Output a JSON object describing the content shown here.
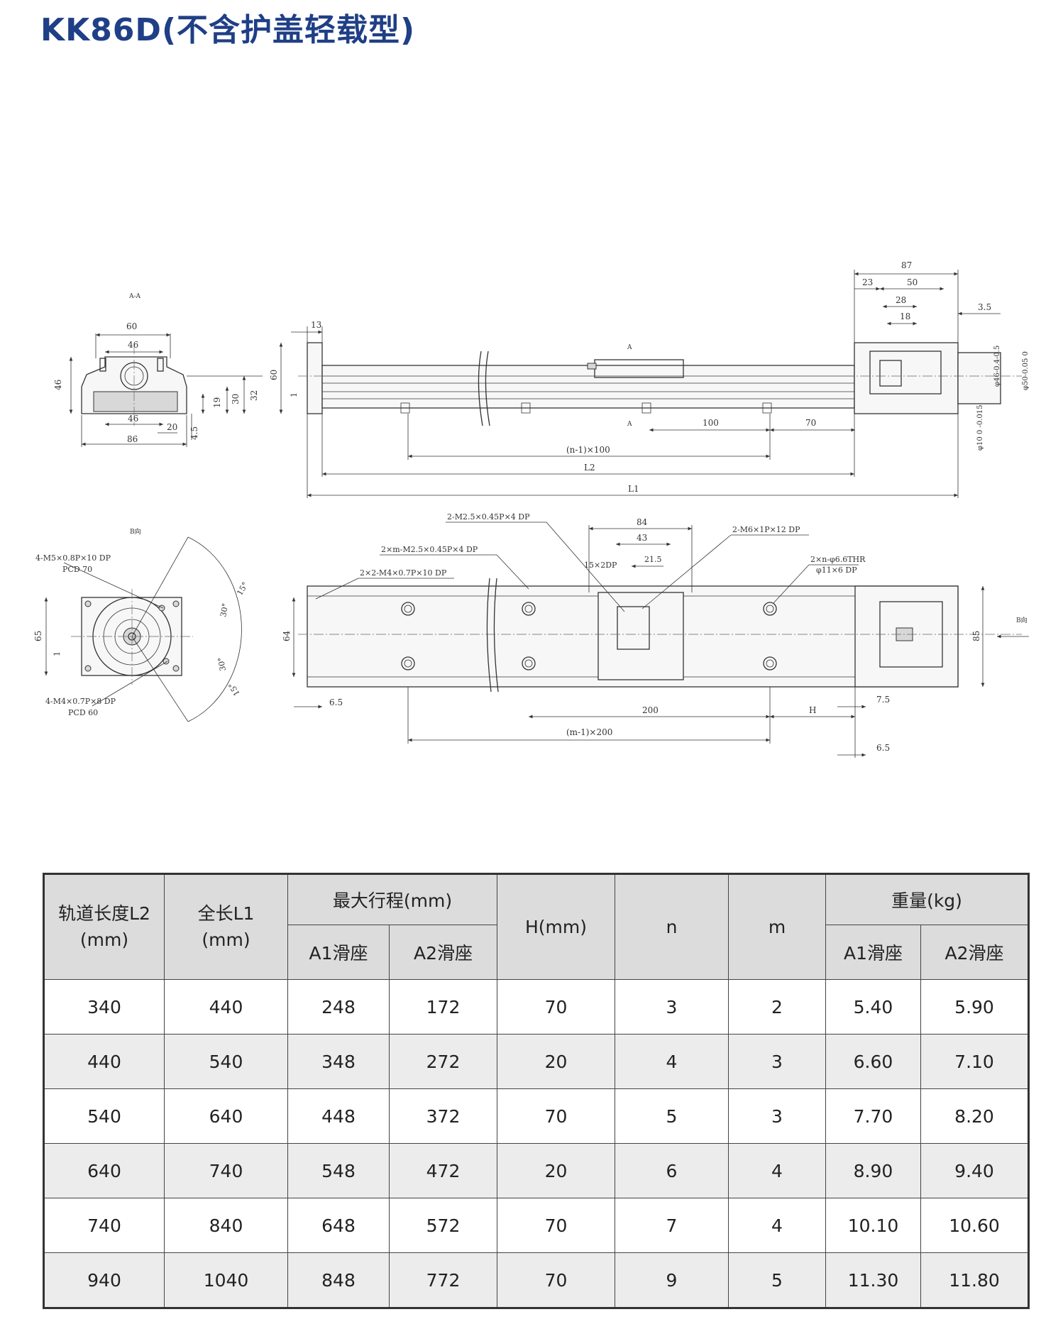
{
  "title": "KK86D(不含护盖轻载型)",
  "drawing": {
    "side_view": {
      "label_section": "A-A",
      "dims": [
        "60",
        "46",
        "46",
        "86",
        "46",
        "20",
        "4.5",
        "19",
        "30",
        "32"
      ]
    },
    "front_view": {
      "dims": [
        "13",
        "60",
        "1",
        "87",
        "23",
        "50",
        "28",
        "18",
        "3.5",
        "100",
        "70",
        "(n-1)×100",
        "L2",
        "L1"
      ],
      "section_marks": [
        "A",
        "A"
      ],
      "dia_dims": [
        "φ46-0.4-0.5",
        "φ50-0.05 0",
        "φ10 0 -0.015"
      ]
    },
    "end_view": {
      "label": "B向",
      "callouts": [
        "4-M5×0.8P×10 DP",
        "PCD 70",
        "4-M4×0.7P×8 DP",
        "PCD 60"
      ],
      "dims": [
        "65",
        "1",
        "15°",
        "30°",
        "30°",
        "15°"
      ]
    },
    "top_view": {
      "callouts": [
        "2-M2.5×0.45P×4 DP",
        "2×m-M2.5×0.45P×4 DP",
        "2×2-M4×0.7P×10 DP",
        "2-M6×1P×12 DP",
        "2×n-φ6.6THR",
        "φ11×6 DP"
      ],
      "dims": [
        "84",
        "43",
        "15×2DP",
        "21.5",
        "64",
        "85",
        "6.5",
        "200",
        "H",
        "7.5",
        "6.5",
        "(m-1)×200"
      ],
      "arrow_label": "B向"
    }
  },
  "table": {
    "headers": {
      "rail_length": "轨道长度L2\n(mm)",
      "total_length": "全长L1\n(mm)",
      "max_stroke": "最大行程(mm)",
      "stroke_a1": "A1滑座",
      "stroke_a2": "A2滑座",
      "h": "H(mm)",
      "n": "n",
      "m": "m",
      "weight": "重量(kg)",
      "weight_a1": "A1滑座",
      "weight_a2": "A2滑座"
    },
    "rows": [
      [
        "340",
        "440",
        "248",
        "172",
        "70",
        "3",
        "2",
        "5.40",
        "5.90"
      ],
      [
        "440",
        "540",
        "348",
        "272",
        "20",
        "4",
        "3",
        "6.60",
        "7.10"
      ],
      [
        "540",
        "640",
        "448",
        "372",
        "70",
        "5",
        "3",
        "7.70",
        "8.20"
      ],
      [
        "640",
        "740",
        "548",
        "472",
        "20",
        "6",
        "4",
        "8.90",
        "9.40"
      ],
      [
        "740",
        "840",
        "648",
        "572",
        "70",
        "7",
        "4",
        "10.10",
        "10.60"
      ],
      [
        "940",
        "1040",
        "848",
        "772",
        "70",
        "9",
        "5",
        "11.30",
        "11.80"
      ]
    ]
  }
}
